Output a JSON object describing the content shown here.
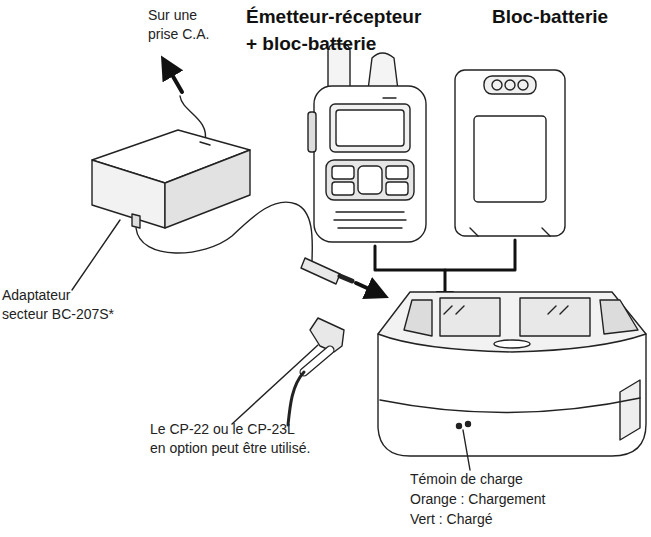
{
  "diagram": {
    "labels": [
      "Sur une prise C.A.",
      "Émetteur-récepteur + bloc-batterie",
      "Bloc-batterie",
      "Adaptateur secteur BC-207S*",
      "Le CP-22 ou le CP-23L en option peut être utilisé.",
      "Témoin de charge",
      "Orange : Chargement",
      "Vert : Chargé"
    ]
  }
}
